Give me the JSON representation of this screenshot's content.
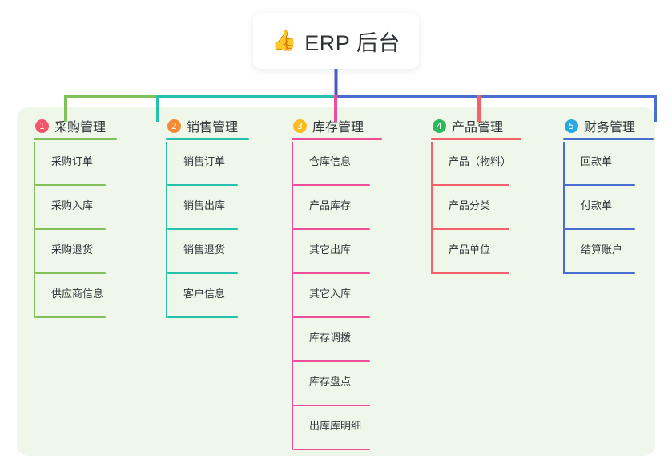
{
  "title": {
    "emoji": "👍",
    "emoji_name": "thumbs-up-icon",
    "text": "ERP 后台"
  },
  "colors": {
    "page_background": "#ffffff",
    "panel_background": "#eef7e9",
    "trunk_line": "#4a5bc0",
    "text": "#2f3337"
  },
  "chart_data": {
    "type": "diagram",
    "layout": "mind-map",
    "root": "ERP 后台",
    "columns": [
      {
        "index": "1",
        "title": "采购管理",
        "badge_color": "#f1566b",
        "line_color": "#82c05a",
        "items": [
          "采购订单",
          "采购入库",
          "采购退货",
          "供应商信息"
        ]
      },
      {
        "index": "2",
        "title": "销售管理",
        "badge_color": "#f68a34",
        "line_color": "#26c0ad",
        "items": [
          "销售订单",
          "销售出库",
          "销售退货",
          "客户信息"
        ]
      },
      {
        "index": "3",
        "title": "库存管理",
        "badge_color": "#fbbb22",
        "line_color": "#ef4d9b",
        "items": [
          "仓库信息",
          "产品库存",
          "其它出库",
          "其它入库",
          "库存调拨",
          "库存盘点",
          "出库库明细"
        ]
      },
      {
        "index": "4",
        "title": "产品管理",
        "badge_color": "#2eb95f",
        "line_color": "#f4616b",
        "items": [
          "产品（物料）",
          "产品分类",
          "产品单位"
        ]
      },
      {
        "index": "5",
        "title": "财务管理",
        "badge_color": "#2aa9e0",
        "line_color": "#4a6ed0",
        "items": [
          "回款单",
          "付款单",
          "结算账户"
        ]
      }
    ]
  }
}
